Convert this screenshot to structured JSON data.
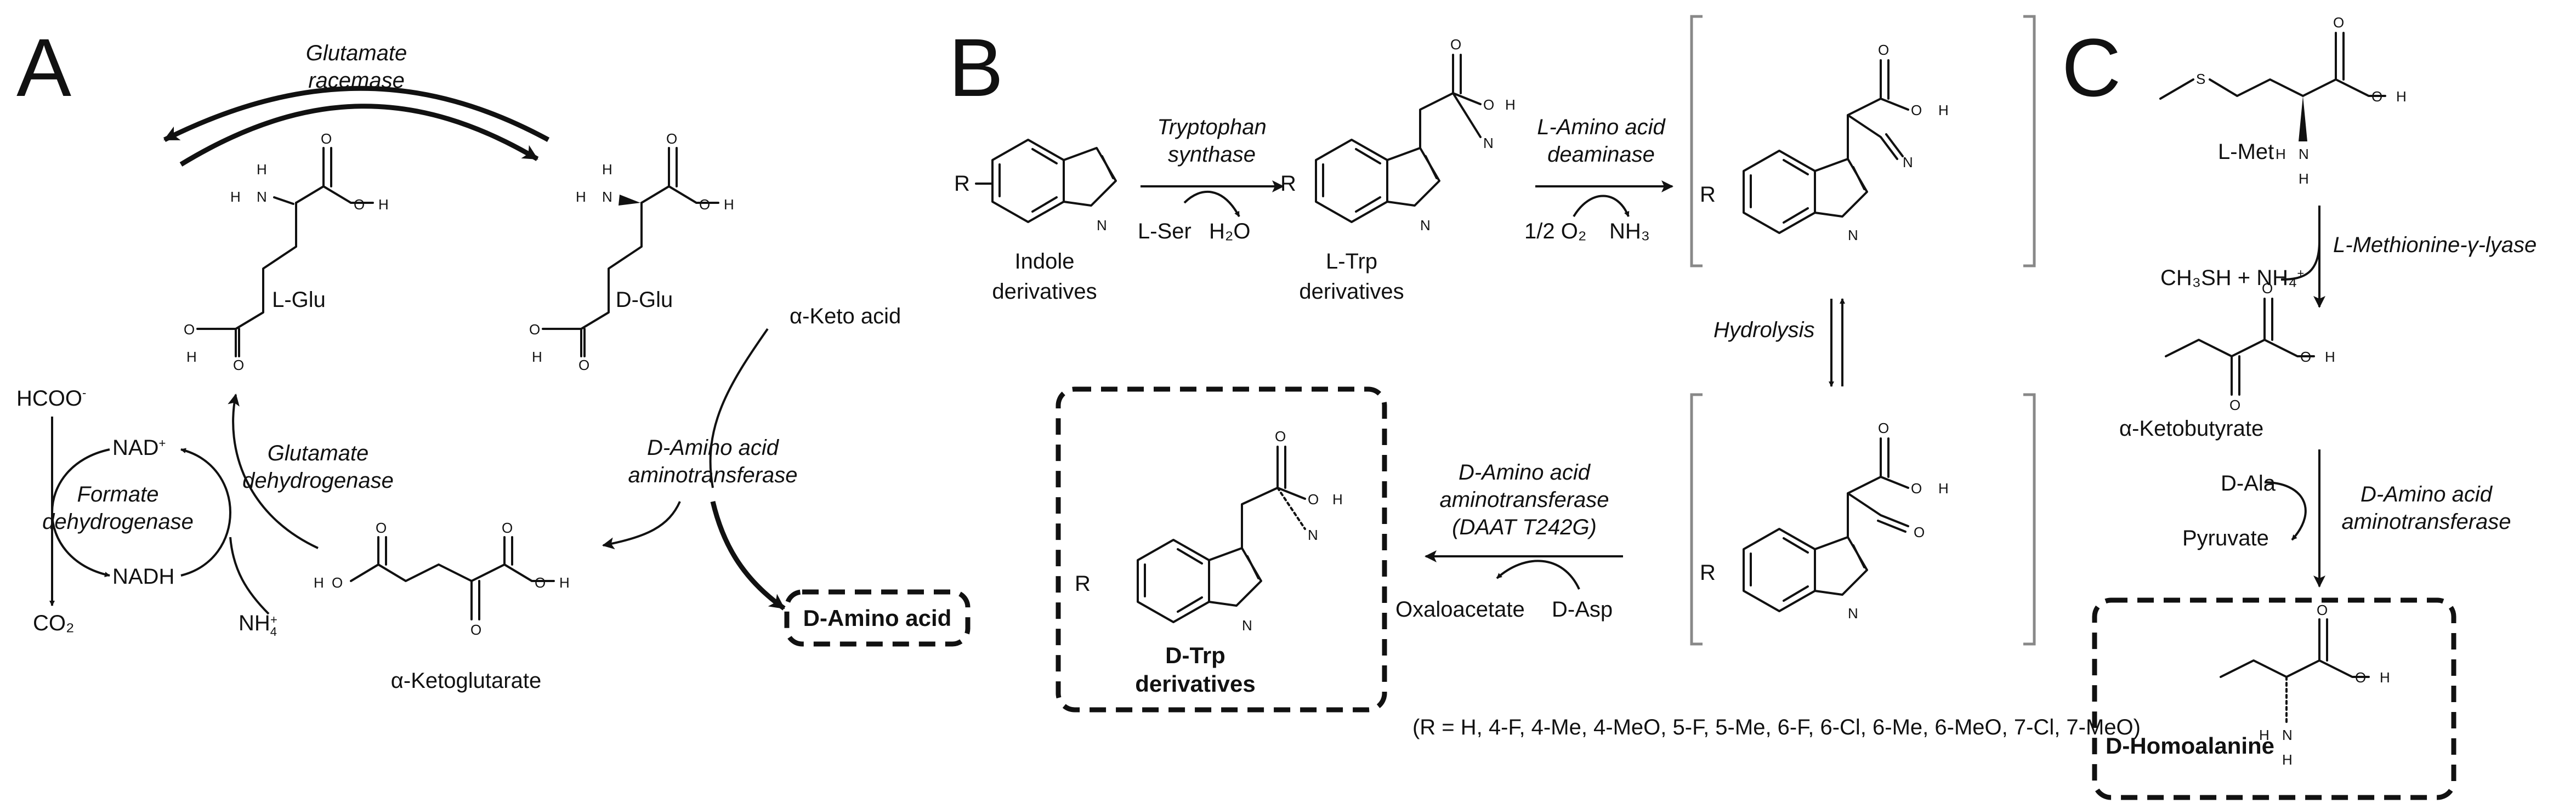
{
  "panels": {
    "a": "A",
    "b": "B",
    "c": "C"
  },
  "panel_a": {
    "enzyme_racemase_1": "Glutamate",
    "enzyme_racemase_2": "racemase",
    "l_glu": "L-Glu",
    "d_glu": "D-Glu",
    "keto_acid": "α-Keto acid",
    "daat_1": "D-Amino acid",
    "daat_2": "aminotransferase",
    "gdh_1": "Glutamate",
    "gdh_2": "dehydrogenase",
    "fdh_1": "Formate",
    "fdh_2": "dehydrogenase",
    "hcoo": "HCOO",
    "hcoo_charge": "-",
    "nad": "NAD",
    "nad_charge": "+",
    "nadh": "NADH",
    "co2": "CO₂",
    "nh4": "NH",
    "nh4_sub": "4",
    "nh4_sup": "+",
    "akg": "α-Ketoglutarate",
    "product": "D-Amino acid"
  },
  "panel_b": {
    "indole_1": "Indole",
    "indole_2": "derivatives",
    "ts_1": "Tryptophan",
    "ts_2": "synthase",
    "lser": "L-Ser",
    "h2o": "H₂O",
    "ltrp_1": "L-Trp",
    "ltrp_2": "derivatives",
    "laad_1": "L-Amino acid",
    "laad_2": "deaminase",
    "o2": "1/2 O₂",
    "nh3": "NH₃",
    "hydrolysis": "Hydrolysis",
    "daat_1": "D-Amino acid",
    "daat_2": "aminotransferase",
    "daat_3": "(DAAT T242G)",
    "oxaloacetate": "Oxaloacetate",
    "dasp": "D-Asp",
    "dtrp_1": "D-Trp",
    "dtrp_2": "derivatives",
    "r_list": "(R = H, 4-F, 4-Me, 4-MeO, 5-F, 5-Me, 6-F, 6-Cl, 6-Me, 6-MeO, 7-Cl, 7-MeO)"
  },
  "panel_c": {
    "lmet": "L-Met",
    "mgl": "L-Methionine-γ-lyase",
    "ch3sh": "CH₃SH + NH₄",
    "ch3sh_plus": "+",
    "akb": "α-Ketobutyrate",
    "dala": "D-Ala",
    "pyruvate": "Pyruvate",
    "daat_1": "D-Amino acid",
    "daat_2": "aminotransferase",
    "product": "D-Homoalanine"
  },
  "atoms": {
    "O": "O",
    "H": "H",
    "N": "N",
    "S": "S",
    "R": "R"
  }
}
